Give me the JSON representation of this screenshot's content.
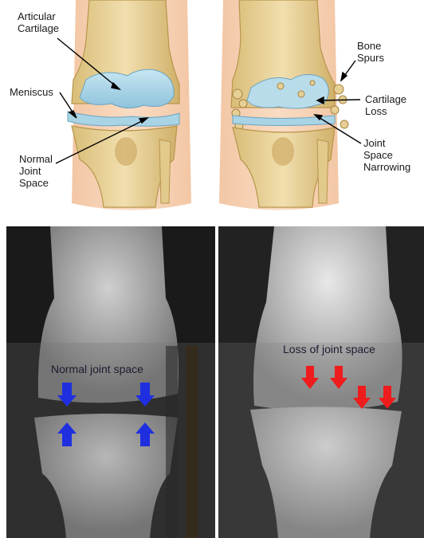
{
  "illustration": {
    "healthy_labels": {
      "articular_cartilage": "Articular\nCartilage",
      "meniscus": "Meniscus",
      "normal_joint_space": "Normal\nJoint\nSpace"
    },
    "arthritic_labels": {
      "bone_spurs": "Bone\nSpurs",
      "cartilage_loss": "Cartilage\nLoss",
      "joint_space_narrowing": "Joint\nSpace\nNarrowing"
    }
  },
  "xray": {
    "left_caption": "Normal joint space",
    "right_caption": "Loss of joint space",
    "colors": {
      "normal_arrows": "#1f2fe0",
      "loss_arrows": "#ee1c1c",
      "cartilage": "#a9d4e6",
      "bone": "#e8d29a",
      "skin": "#f6d2b4"
    }
  }
}
